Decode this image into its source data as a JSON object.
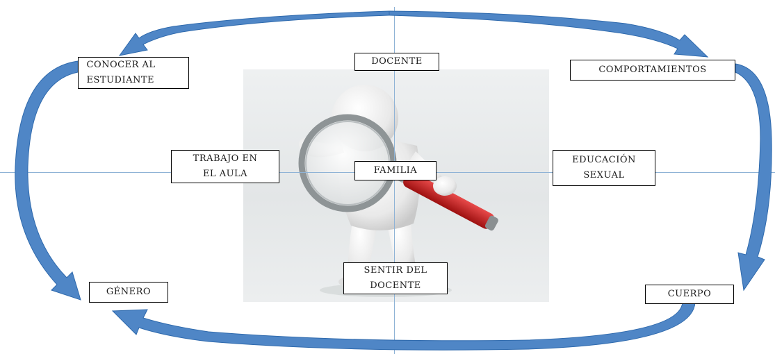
{
  "diagram": {
    "nodes": {
      "conocer": "CONOCER AL ESTUDIANTE",
      "docente": "DOCENTE",
      "comportamientos": "COMPORTAMIENTOS",
      "trabajo": "TRABAJO EN EL AULA",
      "familia": "FAMILIA",
      "educacion": "EDUCACIÓN SEXUAL",
      "sentir": "SENTIR DEL DOCENTE",
      "genero": "GÉNERO",
      "cuerpo": "CUERPO"
    },
    "colors": {
      "arrow": "#4f86c6",
      "arrow_dark": "#2f6aad",
      "axis": "#8fb3d6",
      "box_border": "#000000",
      "magnifier_handle": "#cc1f1f"
    },
    "central_image": "person-with-magnifying-glass"
  }
}
